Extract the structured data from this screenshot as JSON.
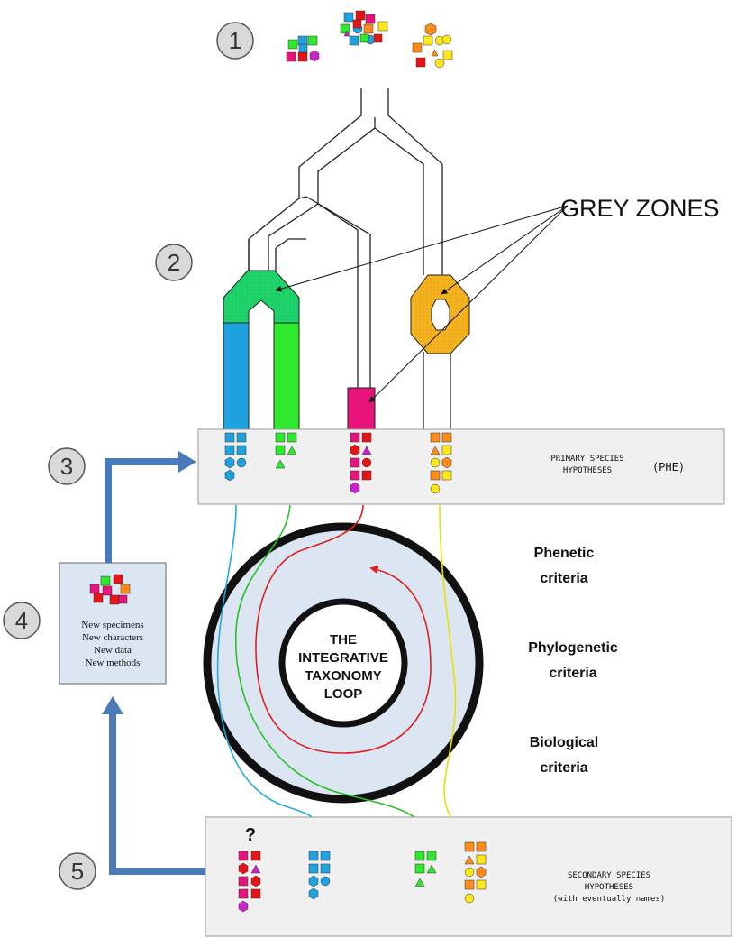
{
  "steps": [
    "1",
    "2",
    "3",
    "4",
    "5"
  ],
  "grey_zones_label": "GREY ZONES",
  "primary_panel": {
    "line1": "PRIMARY SPECIES",
    "line2": "HYPOTHESES",
    "abbr": "(PHE)"
  },
  "secondary_panel": {
    "line1": "SECONDARY SPECIES",
    "line2": "HYPOTHESES",
    "line3": "(with eventually names)"
  },
  "loop": {
    "line1": "THE",
    "line2": "INTEGRATIVE",
    "line3": "TAXONOMY",
    "line4": "LOOP"
  },
  "criteria": [
    {
      "line1": "Phenetic",
      "line2": "criteria"
    },
    {
      "line1": "Phylogenetic",
      "line2": "criteria"
    },
    {
      "line1": "Biological",
      "line2": "criteria"
    }
  ],
  "new_box": {
    "items": [
      "New specimens",
      "New characters",
      "New data",
      "New methods"
    ]
  },
  "question_mark": "?",
  "colors": {
    "blue": "#1fa3e0",
    "green": "#2ee82e",
    "magenta": "#e6147a",
    "orange": "#ff8c1a",
    "yellow": "#ffe81a",
    "teal_green": "#1dd36a",
    "amber": "#f5b21f",
    "arrow_blue": "#4a7ab8",
    "panel_grey": "#f0f0f0",
    "loop_fill": "#dce6f2"
  }
}
